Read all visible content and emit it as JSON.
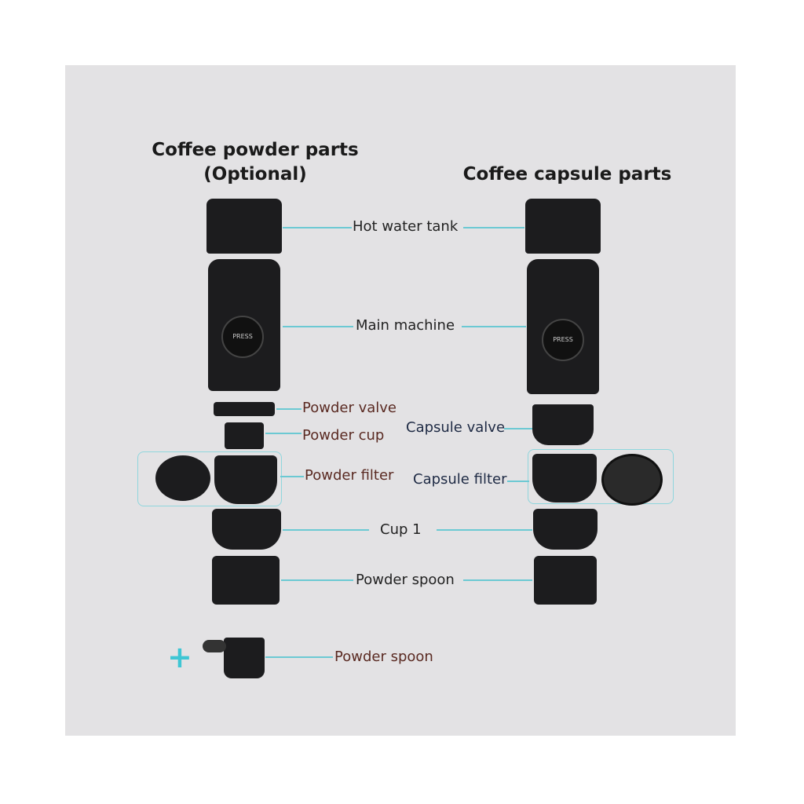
{
  "headings": {
    "left": "Coffee powder parts\n(Optional)",
    "left_line1": "Coffee powder parts",
    "left_line2": "(Optional)",
    "right": "Coffee capsule parts"
  },
  "labels": {
    "hot_water_tank": "Hot water tank",
    "main_machine": "Main machine",
    "powder_valve": "Powder valve",
    "powder_cup": "Powder cup",
    "capsule_valve": "Capsule valve",
    "powder_filter": "Powder filter",
    "capsule_filter": "Capsule filter",
    "cup1": "Cup 1",
    "powder_spoon_base": "Powder spoon",
    "powder_spoon": "Powder spoon"
  },
  "press_label": "PRESS",
  "plus_symbol": "+",
  "colors": {
    "accent": "#6cc9d3",
    "panel": "#e3e2e4"
  }
}
